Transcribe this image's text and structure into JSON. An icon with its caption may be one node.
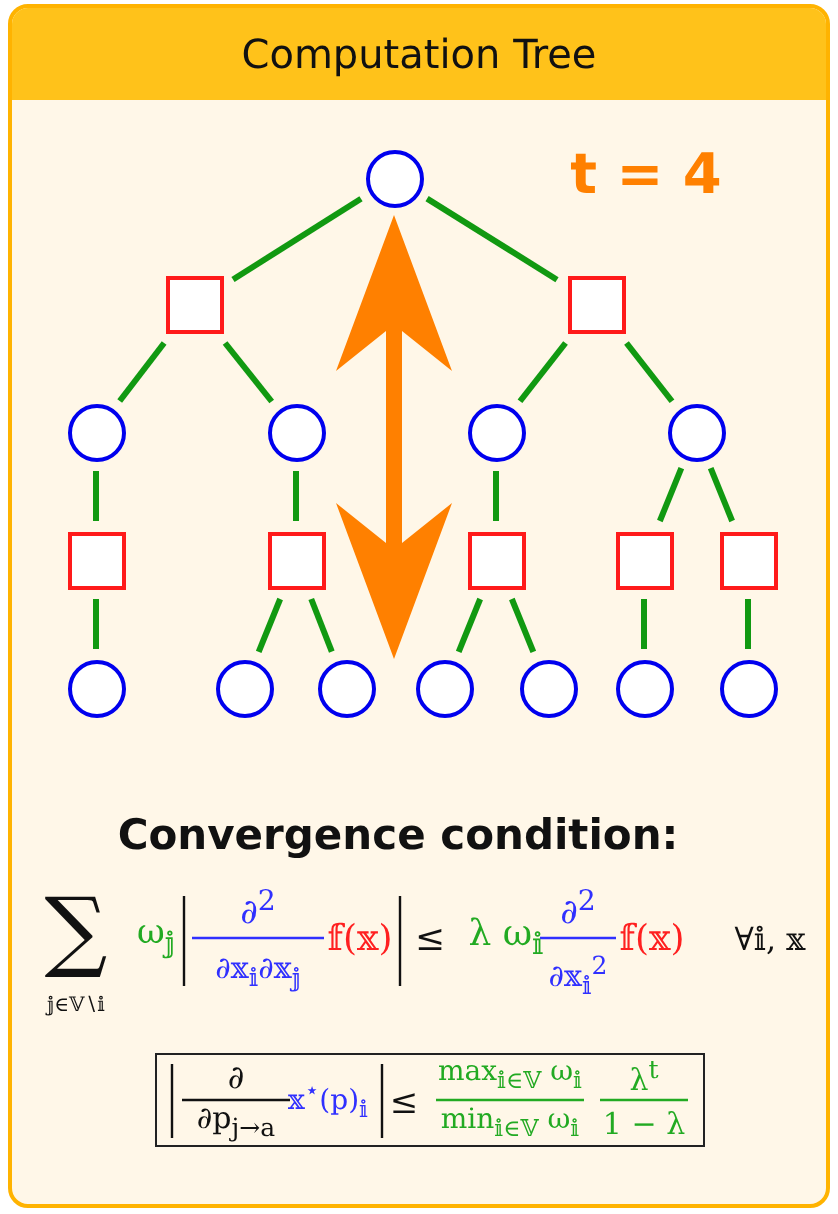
{
  "diagram": {
    "title": "Computation Tree",
    "nodes": [
      {
        "text": [],
        "shape": "circle"
      },
      {
        "text": [],
        "shape": "box"
      },
      {
        "text": [],
        "shape": "box"
      },
      {
        "text": [],
        "shape": "circle"
      },
      {
        "text": [],
        "shape": "circle"
      },
      {
        "text": [],
        "shape": "circle"
      },
      {
        "text": [],
        "shape": "circle"
      },
      {
        "text": [],
        "shape": "box"
      },
      {
        "text": [],
        "shape": "box"
      },
      {
        "text": [],
        "shape": "box"
      },
      {
        "text": [],
        "shape": "box"
      },
      {
        "text": [],
        "shape": "box"
      },
      {
        "text": [],
        "shape": "circle"
      },
      {
        "text": [],
        "shape": "circle"
      },
      {
        "text": [],
        "shape": "circle"
      },
      {
        "text": [],
        "shape": "circle"
      },
      {
        "text": [],
        "shape": "circle"
      },
      {
        "text": [],
        "shape": "circle"
      },
      {
        "text": [],
        "shape": "circle"
      }
    ],
    "edges": [
      {
        "from": 0,
        "to": 1,
        "arrow": "none"
      },
      {
        "from": 0,
        "to": 2,
        "arrow": "none"
      },
      {
        "from": 1,
        "to": 3,
        "arrow": "none"
      },
      {
        "from": 1,
        "to": 4,
        "arrow": "none"
      },
      {
        "from": 2,
        "to": 5,
        "arrow": "none"
      },
      {
        "from": 2,
        "to": 6,
        "arrow": "none"
      },
      {
        "from": 3,
        "to": 7,
        "arrow": "none"
      },
      {
        "from": 4,
        "to": 8,
        "arrow": "none"
      },
      {
        "from": 5,
        "to": 9,
        "arrow": "none"
      },
      {
        "from": 6,
        "to": 10,
        "arrow": "none"
      },
      {
        "from": 6,
        "to": 11,
        "arrow": "none"
      },
      {
        "from": 7,
        "to": 12,
        "arrow": "none"
      },
      {
        "from": 8,
        "to": 13,
        "arrow": "none"
      },
      {
        "from": 8,
        "to": 14,
        "arrow": "none"
      },
      {
        "from": 9,
        "to": 15,
        "arrow": "none"
      },
      {
        "from": 9,
        "to": 16,
        "arrow": "none"
      },
      {
        "from": 10,
        "to": 17,
        "arrow": "none"
      },
      {
        "from": 11,
        "to": 18,
        "arrow": "none"
      },
      {
        "from": 0,
        "to": 15,
        "arrow": "both",
        "style": "thick",
        "color": "#ff8000"
      }
    ],
    "labels": [
      "t = 4",
      "Convergence condition:",
      "∑",
      "𝕛∈𝕍∖𝕚",
      "ω$_{𝕛}$",
      "∂$^{2}$",
      "∂𝕩$_{𝕚}$∂𝕩$_{𝕛}$",
      "𝕗(𝕩)",
      "≤",
      "λ ω$_{𝕚}$",
      "∂$^{2}$",
      "∂𝕩$_{𝕚}$$^{2}$",
      "𝕗(𝕩)",
      "∀𝕚, 𝕩",
      "∂",
      "∂p$_{j→a}$",
      "𝕩$^{⋆}$(p)$_{𝕚}$",
      "≤",
      "max$_{𝕚∈𝕍}$ ω$_{𝕚}$",
      "min$_{𝕚∈𝕍}$ ω$_{𝕚}$",
      "λ$^{t}$",
      "1 − λ"
    ]
  }
}
